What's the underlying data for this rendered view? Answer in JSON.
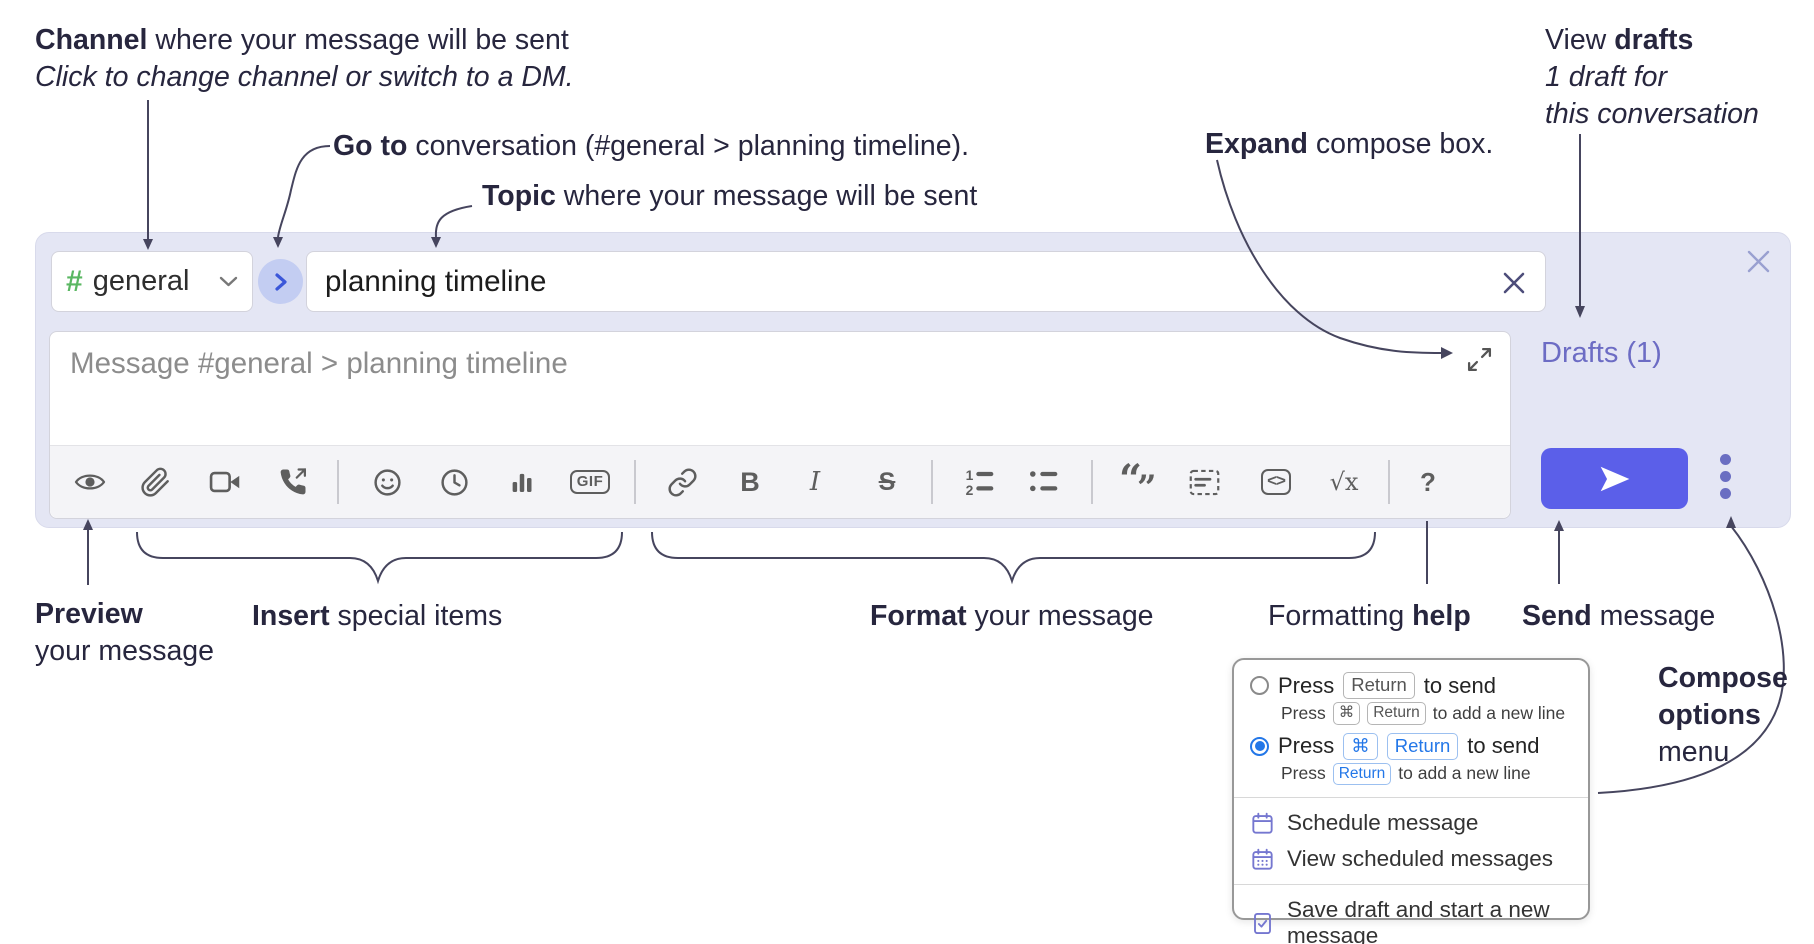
{
  "annotations": {
    "channel": {
      "bold": "Channel",
      "rest": " where your message will be sent",
      "line2": "Click to change channel or switch to a DM."
    },
    "goto": {
      "bold": "Go to",
      "rest": " conversation (#general > planning timeline)."
    },
    "topic": {
      "bold": "Topic",
      "rest": " where your message will be sent"
    },
    "expand": {
      "bold": "Expand",
      "rest": " compose box."
    },
    "view_drafts": {
      "pre": "View ",
      "bold": "drafts",
      "line2": "1 draft for",
      "line3": "this conversation"
    },
    "preview": {
      "bold": "Preview",
      "line2": "your message"
    },
    "insert": {
      "bold": "Insert",
      "rest": " special items"
    },
    "format": {
      "bold": "Format",
      "rest": " your message"
    },
    "fmt_help": {
      "pre": "Formatting ",
      "bold": "help"
    },
    "send": {
      "bold": "Send",
      "rest": " message"
    },
    "compose_options": {
      "line1": "Compose",
      "line2": "options",
      "line3": "menu"
    }
  },
  "compose": {
    "channel_hash": "#",
    "channel_name": "general",
    "topic_value": "planning timeline",
    "message_placeholder": "Message #general > planning timeline",
    "drafts_label": "Drafts (1)",
    "toolbar": {
      "gif": "GIF",
      "bold": "B",
      "italic": "I",
      "strike": "S",
      "quote_open": "“",
      "quote_close": "”",
      "code": "<>",
      "math": "√x",
      "help": "?"
    }
  },
  "popup": {
    "opt1": {
      "press": "Press",
      "key": "Return",
      "tail": "to send",
      "sub_press": "Press",
      "sub_key1": "⌘",
      "sub_key2": "Return",
      "sub_tail": "to add a new line"
    },
    "opt2": {
      "press": "Press",
      "key1": "⌘",
      "key2": "Return",
      "tail": "to send",
      "sub_press": "Press",
      "sub_key": "Return",
      "sub_tail": "to add a new line"
    },
    "items": [
      {
        "label": "Schedule message"
      },
      {
        "label": "View scheduled messages"
      },
      {
        "label": "Save draft and start a new message"
      }
    ]
  },
  "colors": {
    "accent_blurple": "#5b5fe9",
    "drafts_purple": "#6c6cc4",
    "kbd_blue": "#2377e8",
    "hash_green": "#5ab762",
    "menu_icon_purple": "#7577d0",
    "panel_lavender": "#e4e6f4"
  }
}
